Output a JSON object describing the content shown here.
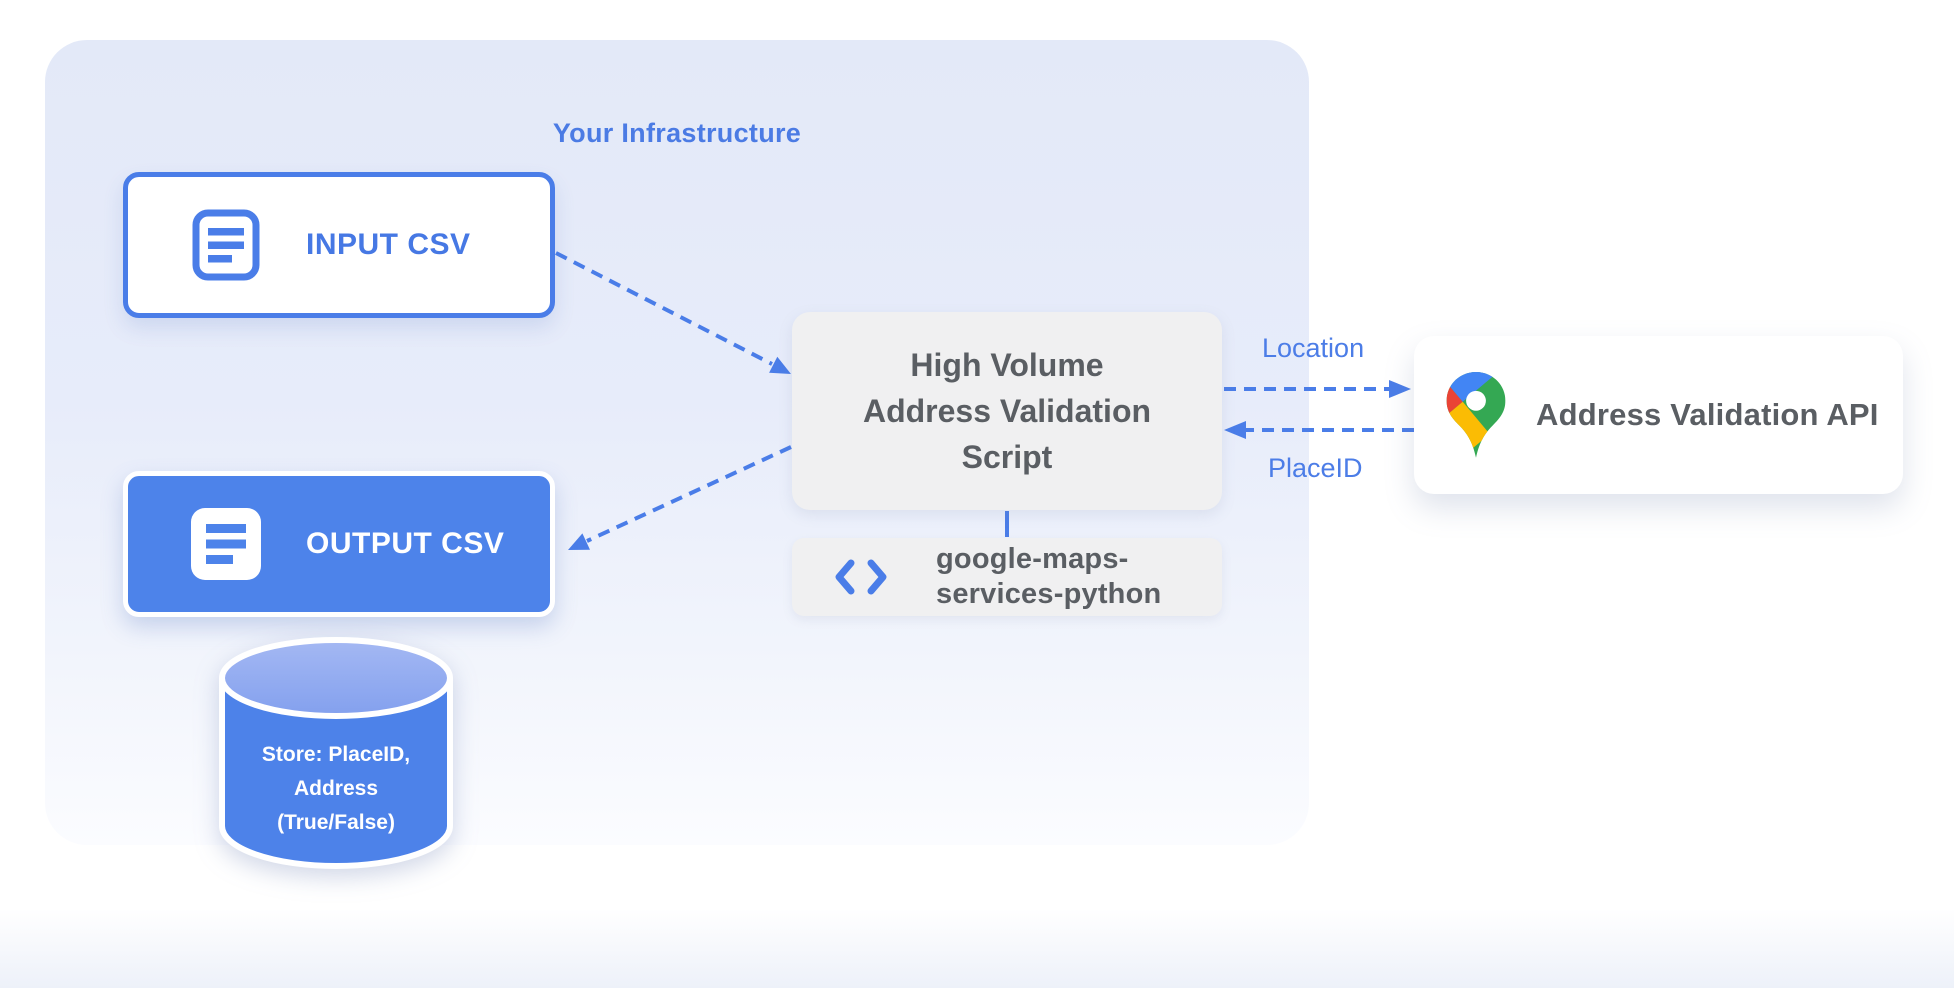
{
  "infrastructure": {
    "title": "Your Infrastructure"
  },
  "nodes": {
    "input_csv": {
      "label": "INPUT CSV",
      "icon": "document-icon"
    },
    "output_csv": {
      "label": "OUTPUT CSV",
      "icon": "document-icon"
    },
    "script": {
      "label": "High Volume\nAddress Validation\nScript"
    },
    "library": {
      "label": "google-maps-\nservices-python",
      "icon": "code-icon"
    },
    "api": {
      "label": "Address Validation API",
      "icon": "google-maps-pin-icon"
    },
    "datastore": {
      "label": "Store: PlaceID,\nAddress\n(True/False)",
      "icon": "database-cylinder"
    }
  },
  "edges": {
    "location_label": "Location",
    "placeid_label": "PlaceID"
  },
  "colors": {
    "primary_blue": "#4a7de8",
    "node_blue_fill": "#4d83ea",
    "cylinder_top_blue": "#93abf0",
    "container_fill": "#e6ebf9",
    "gray_node_fill": "#f0f0f1",
    "dark_text": "#5a5e63",
    "pin_blue": "#4285f4",
    "pin_red": "#ea4335",
    "pin_yellow": "#fbbc04",
    "pin_green": "#34a853"
  }
}
